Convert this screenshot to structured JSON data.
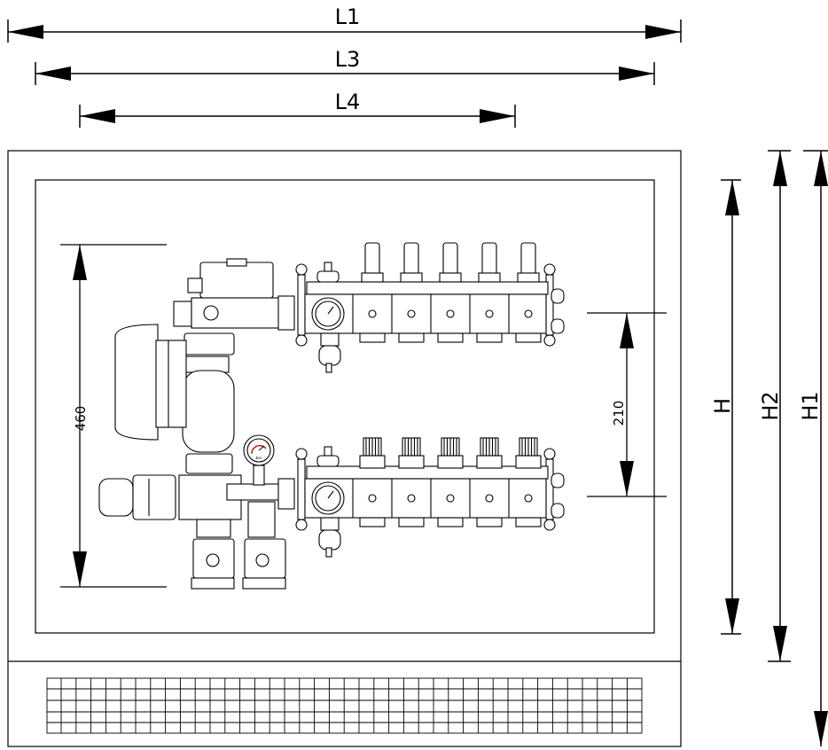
{
  "dimensions": {
    "L1": "L1",
    "L3": "L3",
    "L4": "L4",
    "H": "H",
    "H2": "H2",
    "H1": "H1",
    "d460": "460",
    "d210": "210"
  },
  "gauge": {
    "unit": "bar"
  },
  "manifold": {
    "outlets_per_bar": 5
  }
}
